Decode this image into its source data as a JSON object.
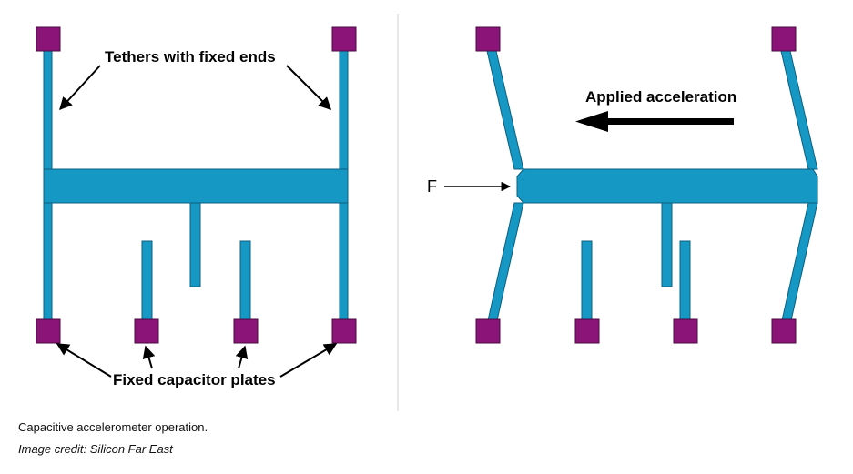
{
  "labels": {
    "tethers": "Tethers with fixed ends",
    "fixed_plates": "Fixed capacitor plates",
    "applied_acceleration": "Applied acceleration",
    "force": "F"
  },
  "caption": "Capacitive accelerometer operation.",
  "credit": "Image credit: Silicon Far East",
  "colors": {
    "structure": "#1599c4",
    "structure_stroke": "#0b5f80",
    "anchor": "#8b1478",
    "anchor_stroke": "#4a0a40",
    "arrow": "#000000",
    "divider": "#d0d0d0"
  }
}
